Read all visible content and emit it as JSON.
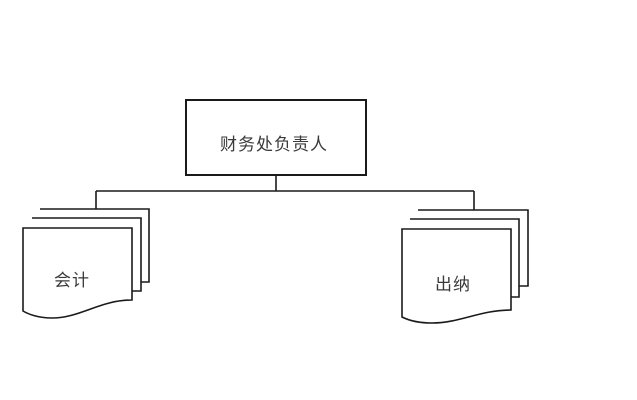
{
  "diagram": {
    "type": "org-chart",
    "root": {
      "label": "财务处负责人",
      "shape": "rectangle"
    },
    "children": [
      {
        "label": "会计",
        "shape": "multi-document"
      },
      {
        "label": "出纳",
        "shape": "multi-document"
      }
    ],
    "colors": {
      "stroke": "#1a1a1a",
      "text": "#3a3a3a",
      "background": "#ffffff"
    }
  }
}
